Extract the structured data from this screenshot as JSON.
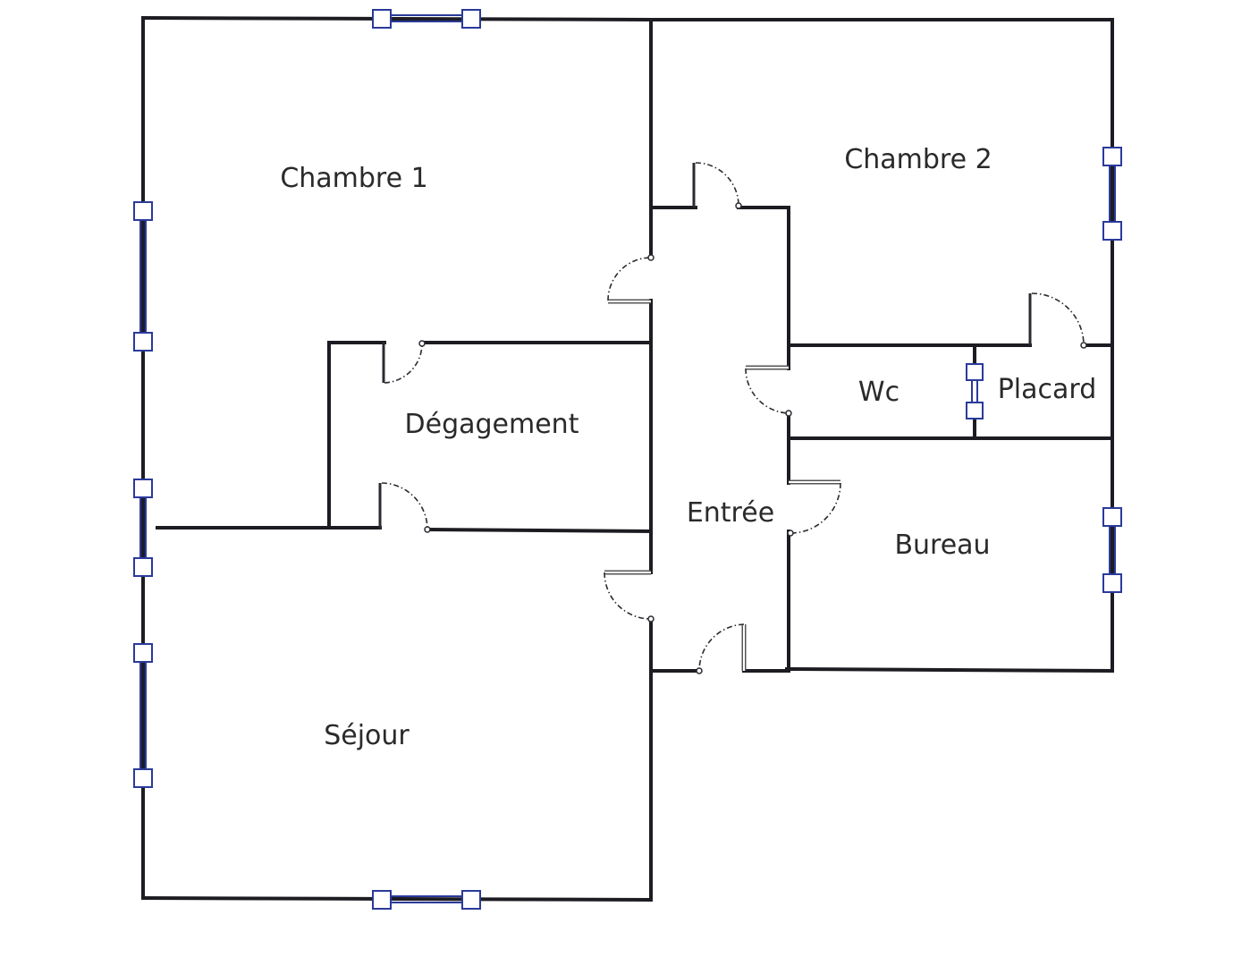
{
  "rooms": {
    "chambre1": "Chambre 1",
    "chambre2": "Chambre 2",
    "degagement": "Dégagement",
    "wc": "Wc",
    "placard": "Placard",
    "entree": "Entrée",
    "bureau": "Bureau",
    "sejour": "Séjour"
  },
  "colors": {
    "wall": "#1c1c22",
    "window": "#2a3a9a",
    "background": "#ffffff"
  }
}
